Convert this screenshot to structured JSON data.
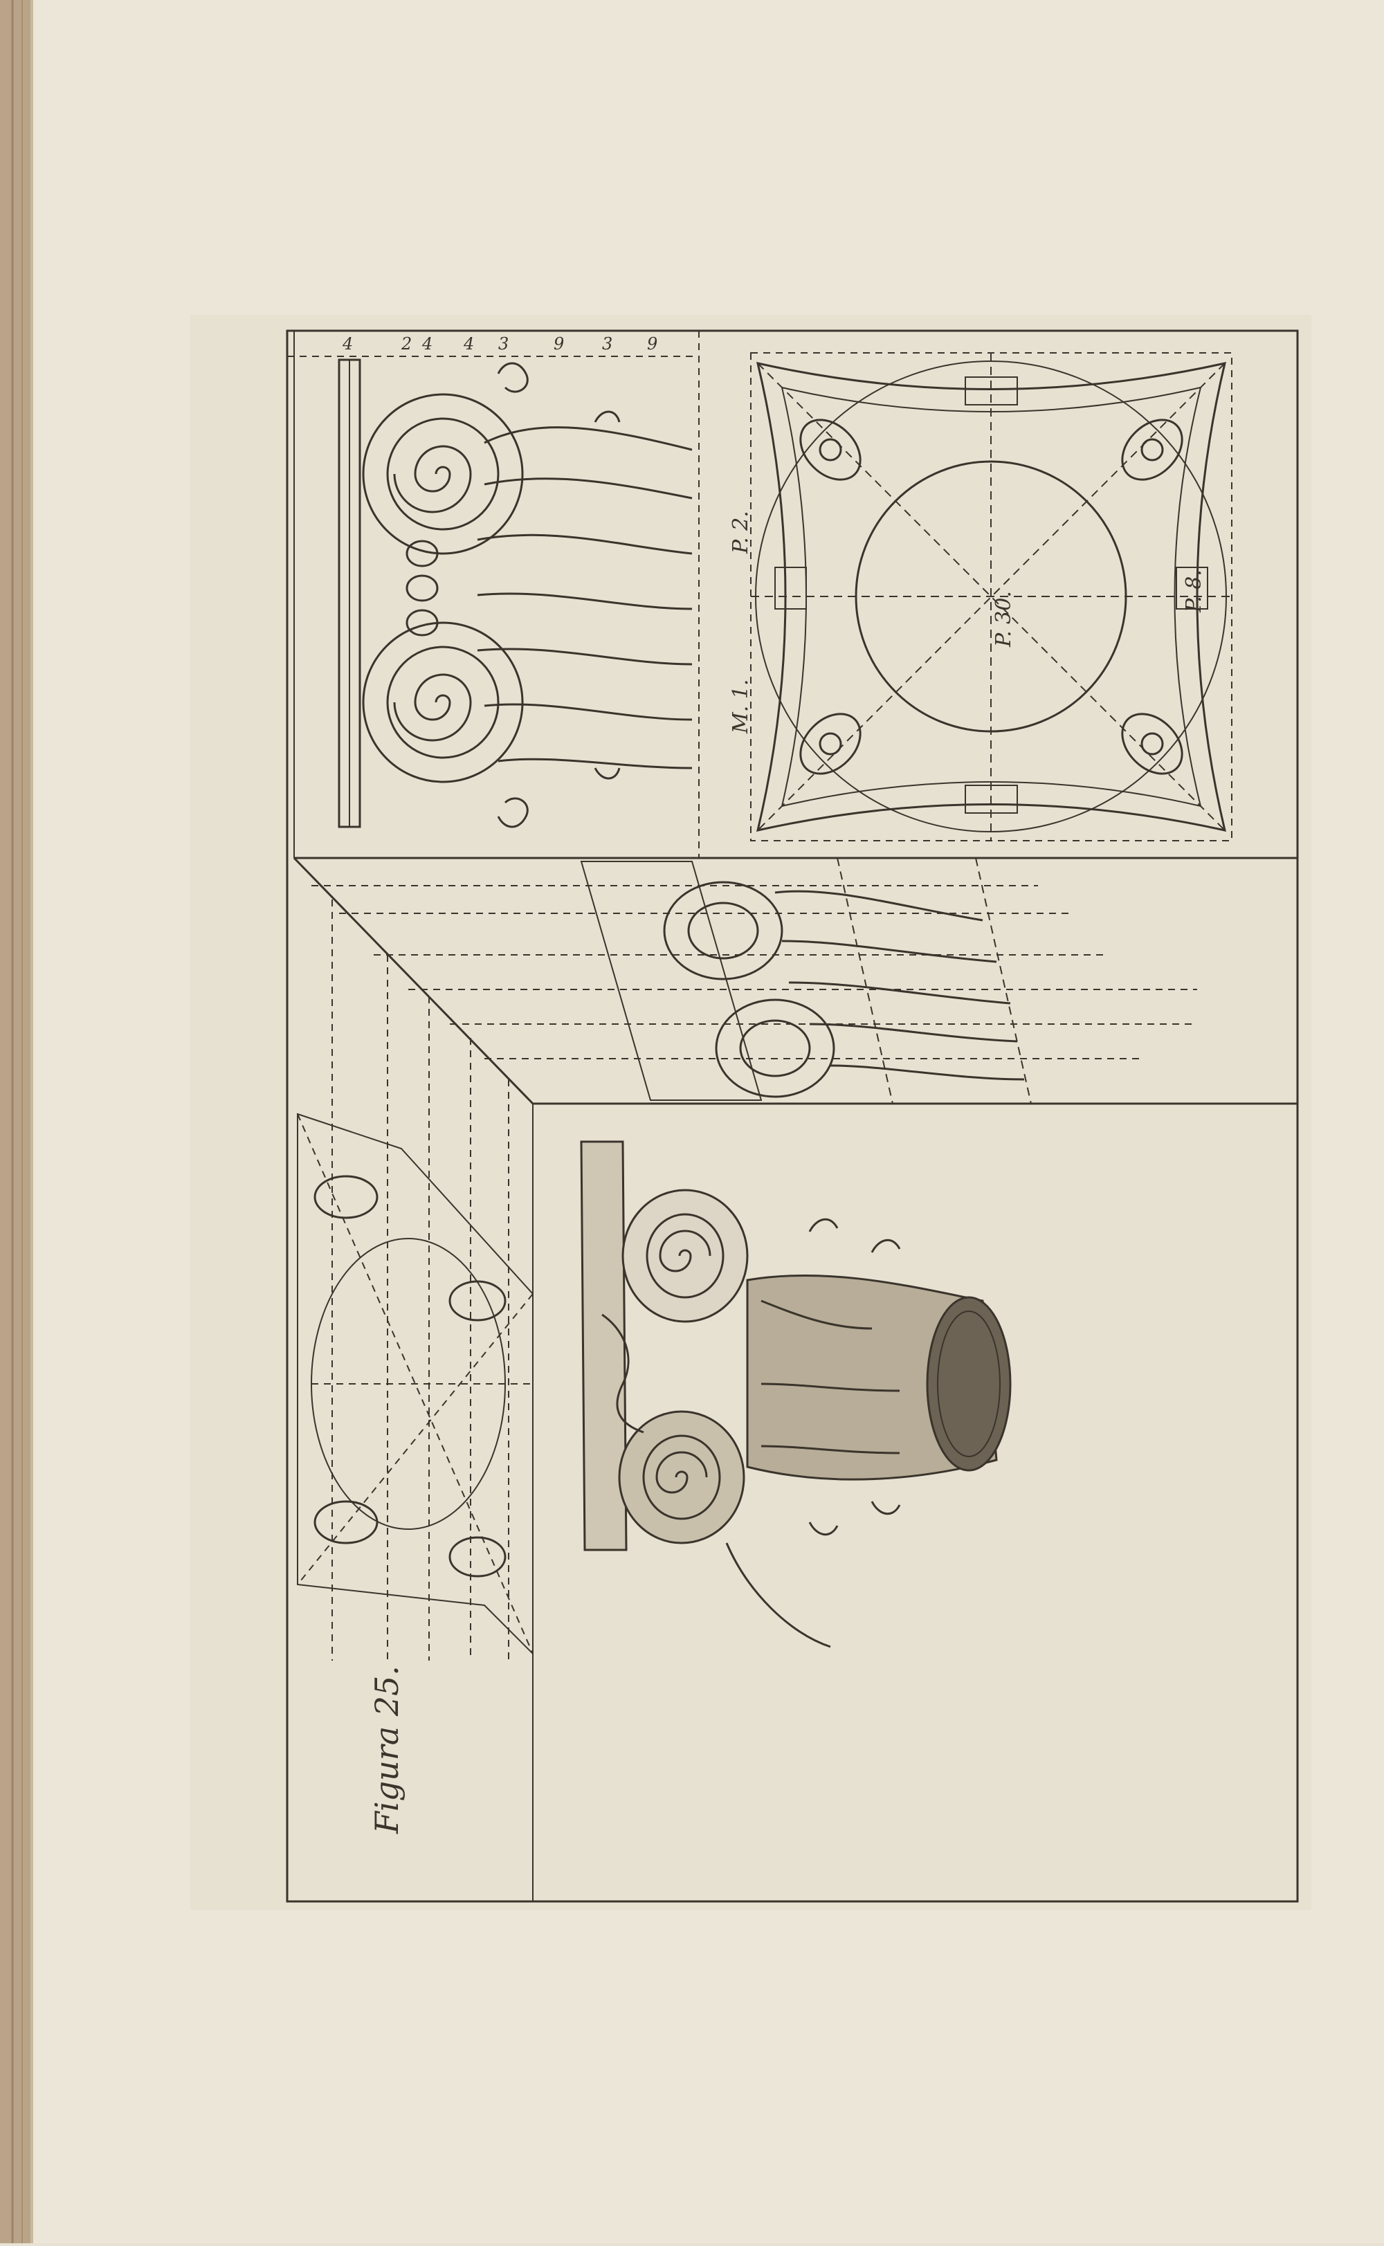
{
  "plate": {
    "caption": "Figura 25."
  },
  "plan": {
    "labels": {
      "top_left": "P. 2.",
      "bottom_left": "M. 1.",
      "center": "P. 30.",
      "right": "P. 8."
    }
  },
  "scale": {
    "marks": [
      "4",
      "2",
      "4",
      "4",
      "3",
      "9",
      "3",
      "9"
    ]
  },
  "colors": {
    "paper": "#ece6d8",
    "page_edge": "#b9a48a",
    "ink": "#3a342c",
    "platemark": "#e2dccd"
  }
}
